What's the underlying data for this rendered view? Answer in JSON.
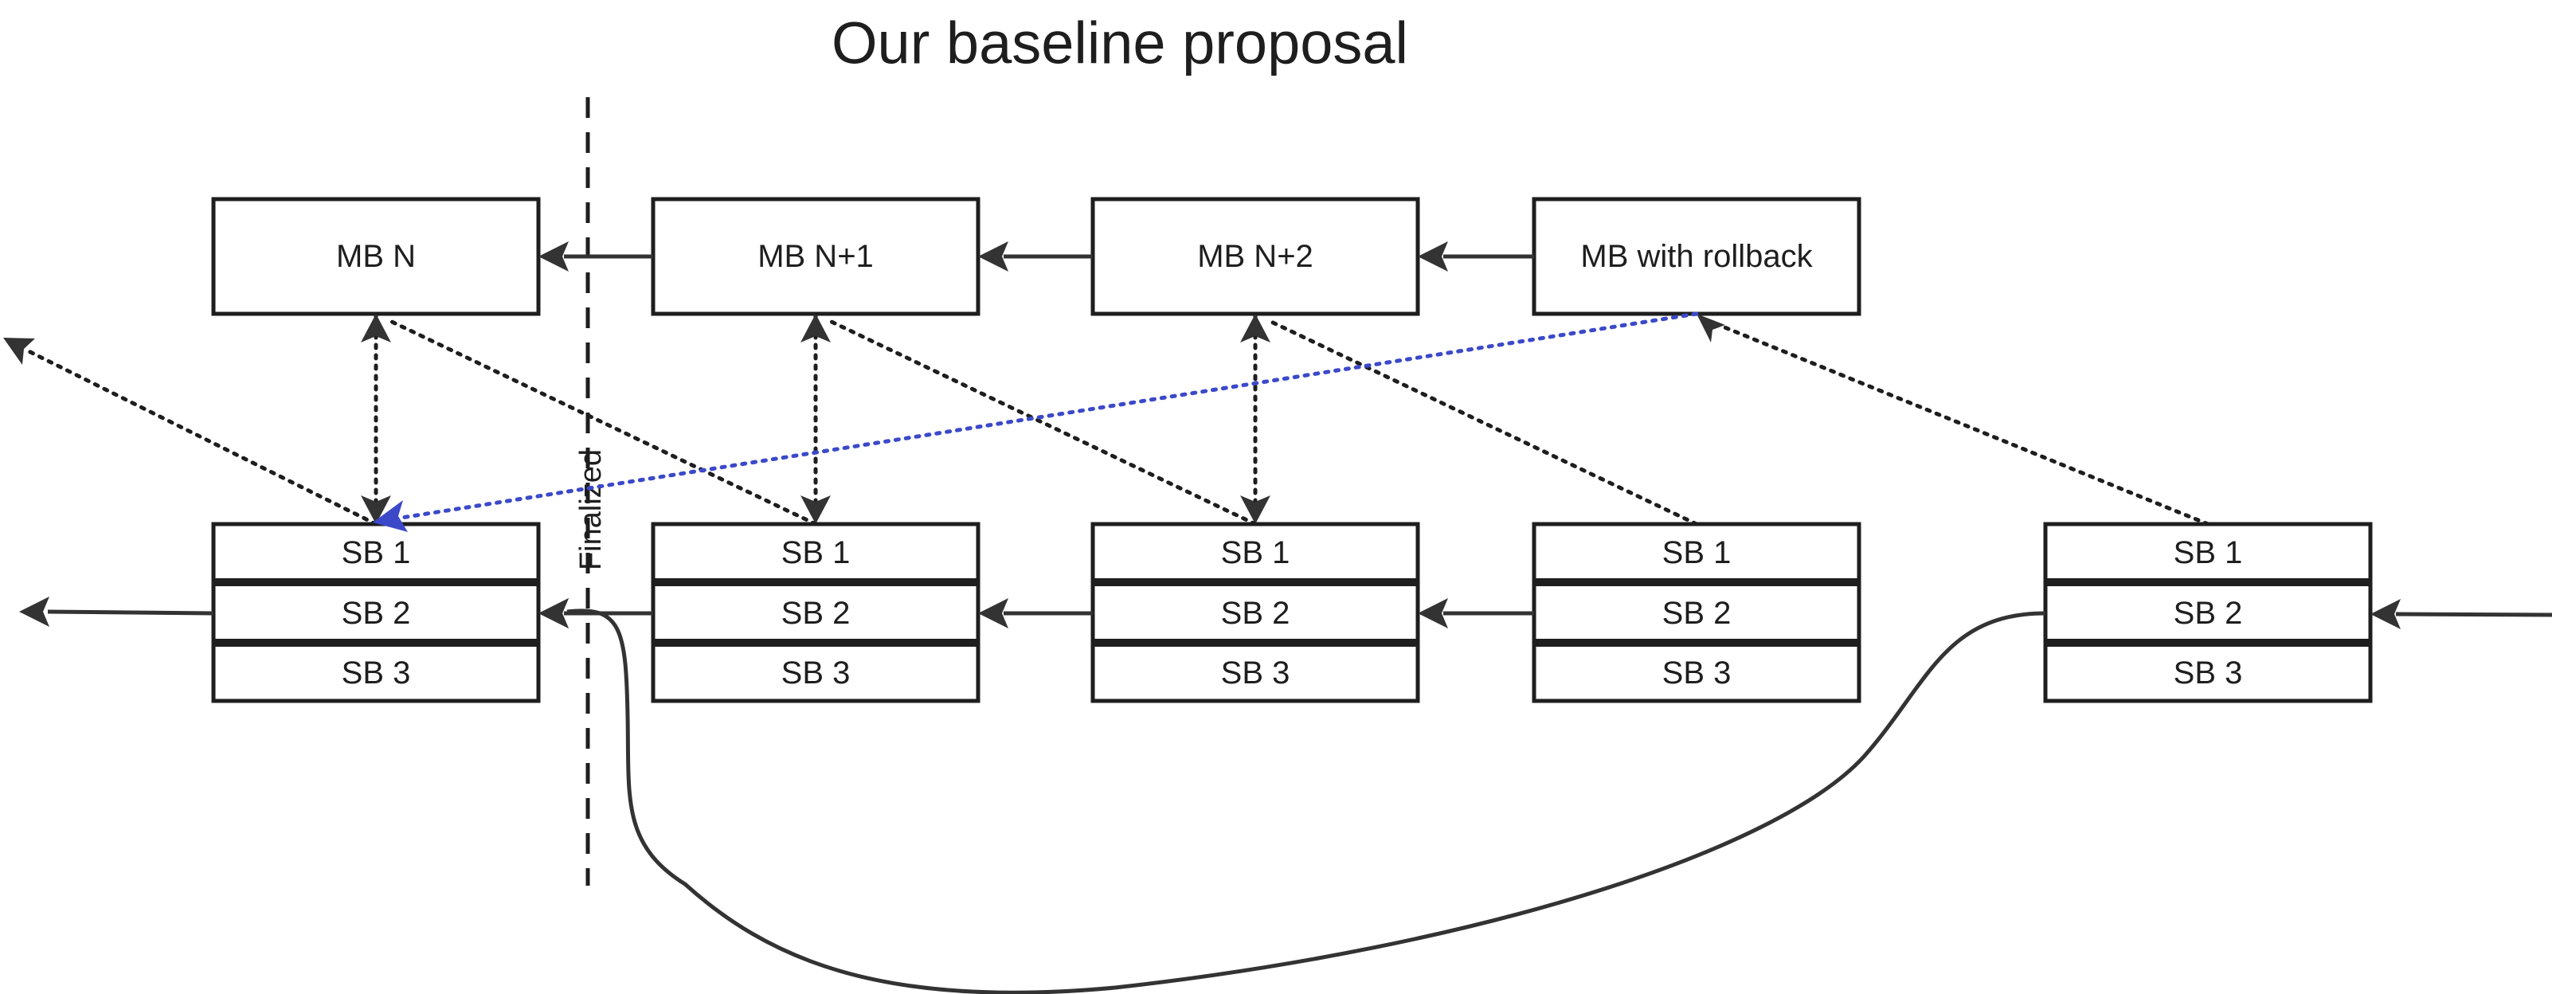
{
  "title": "Our baseline proposal",
  "finalized_label": "Finalized",
  "main_blocks": [
    {
      "label": "MB N"
    },
    {
      "label": "MB N+1"
    },
    {
      "label": "MB N+2"
    },
    {
      "label": "MB with rollback"
    }
  ],
  "sub_block_groups": [
    {
      "rows": [
        "SB 1",
        "SB 2",
        "SB 3"
      ]
    },
    {
      "rows": [
        "SB 1",
        "SB 2",
        "SB 3"
      ]
    },
    {
      "rows": [
        "SB 1",
        "SB 2",
        "SB 3"
      ]
    },
    {
      "rows": [
        "SB 1",
        "SB 2",
        "SB 3"
      ]
    },
    {
      "rows": [
        "SB 1",
        "SB 2",
        "SB 3"
      ]
    }
  ],
  "colors": {
    "stroke": "#1e1e1e",
    "arrow": "#333333",
    "rollback_link": "#3b49c9"
  }
}
